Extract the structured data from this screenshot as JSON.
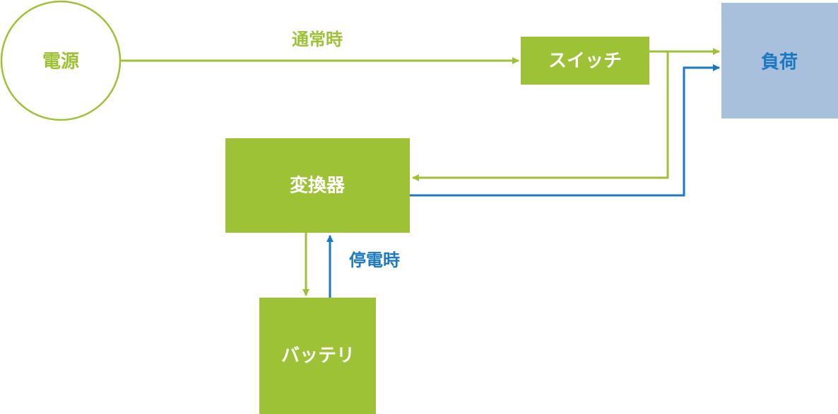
{
  "colors": {
    "green": "#9ec235",
    "blue": "#1a79c3",
    "load_fill": "#a9c0dc",
    "white": "#ffffff"
  },
  "nodes": {
    "power_source": "電源",
    "switch": "スイッチ",
    "load": "負荷",
    "converter": "変換器",
    "battery": "バッテリ"
  },
  "labels": {
    "normal": "通常時",
    "outage": "停電時"
  }
}
